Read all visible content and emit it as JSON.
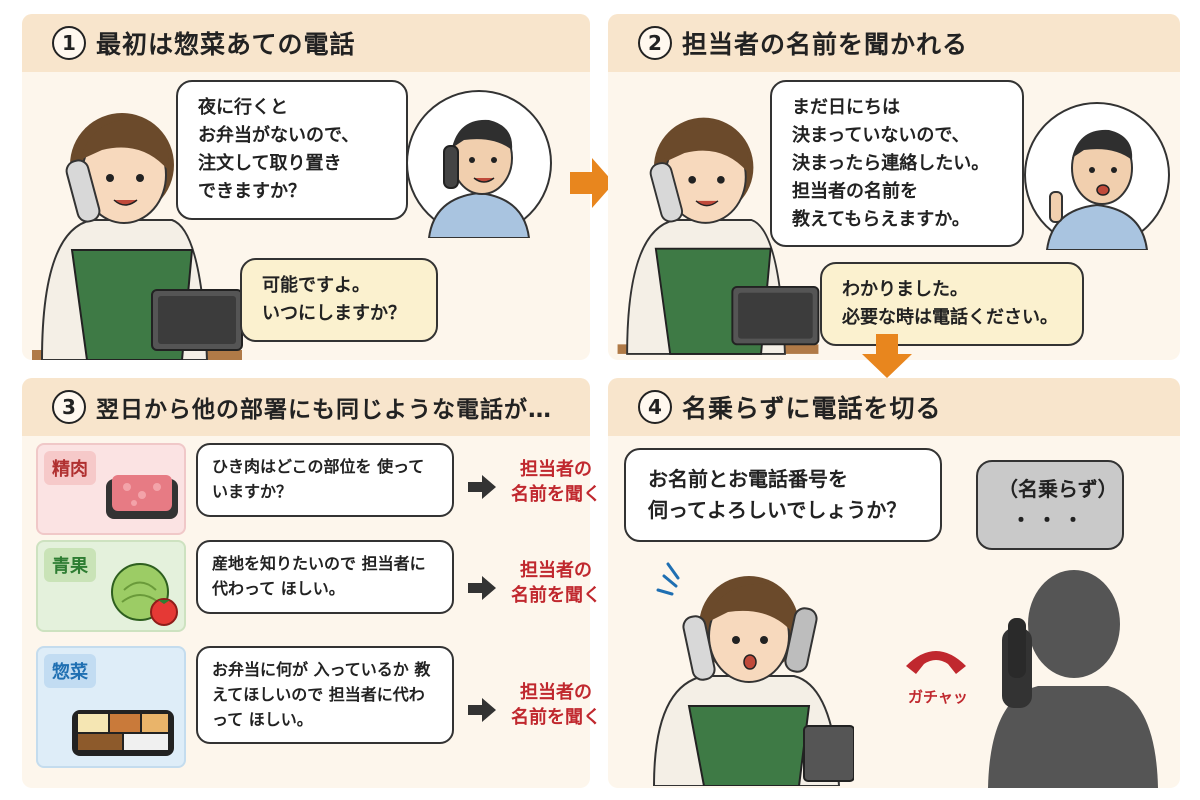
{
  "panels": [
    {
      "num": "1",
      "title": "最初は惣菜あての電話",
      "bubble_customer": [
        "夜に行くと",
        "お弁当がないので、",
        "注文して取り置き",
        "できますか？"
      ],
      "bubble_staff": [
        "可能ですよ。",
        "いつにしますか？"
      ]
    },
    {
      "num": "2",
      "title": "担当者の名前を聞かれる",
      "bubble_customer": [
        "まだ日にちは",
        "決まっていないので、",
        "決まったら連絡したい。",
        "担当者の名前を",
        "教えてもらえますか。"
      ],
      "bubble_staff": [
        "わかりました。",
        "必要な時は電話ください。"
      ]
    },
    {
      "num": "3",
      "title": "翌日から他の部署にも同じような電話が…",
      "rows": [
        {
          "dept": "精肉",
          "question": [
            "ひき肉はどこの部位を",
            "使っていますか？"
          ],
          "result": [
            "担当者の",
            "名前を聞く"
          ]
        },
        {
          "dept": "青果",
          "question": [
            "産地を知りたいので",
            "担当者に代わって",
            "ほしい。"
          ],
          "result": [
            "担当者の",
            "名前を聞く"
          ]
        },
        {
          "dept": "惣菜",
          "question": [
            "お弁当に何が",
            "入っているか",
            "教えてほしいので",
            "担当者に代わって",
            "ほしい。"
          ],
          "result": [
            "担当者の",
            "名前を聞く"
          ]
        }
      ]
    },
    {
      "num": "4",
      "title": "名乗らずに電話を切る",
      "bubble_staff": [
        "お名前とお電話番号を",
        "伺ってよろしいでしょうか？"
      ],
      "bubble_caller": [
        "（名乗らず）",
        "・・・"
      ],
      "sound": "ガチャッ"
    }
  ],
  "colors": {
    "panel_bg": "#fdf6ec",
    "header_bg": "#f8e5cc",
    "arrow": "#e8861e",
    "apron": "#3e7a45",
    "red_text": "#c0282e",
    "meat_bg": "#fbe3e3",
    "veg_bg": "#e4f1dc",
    "deli_bg": "#deedf8"
  }
}
